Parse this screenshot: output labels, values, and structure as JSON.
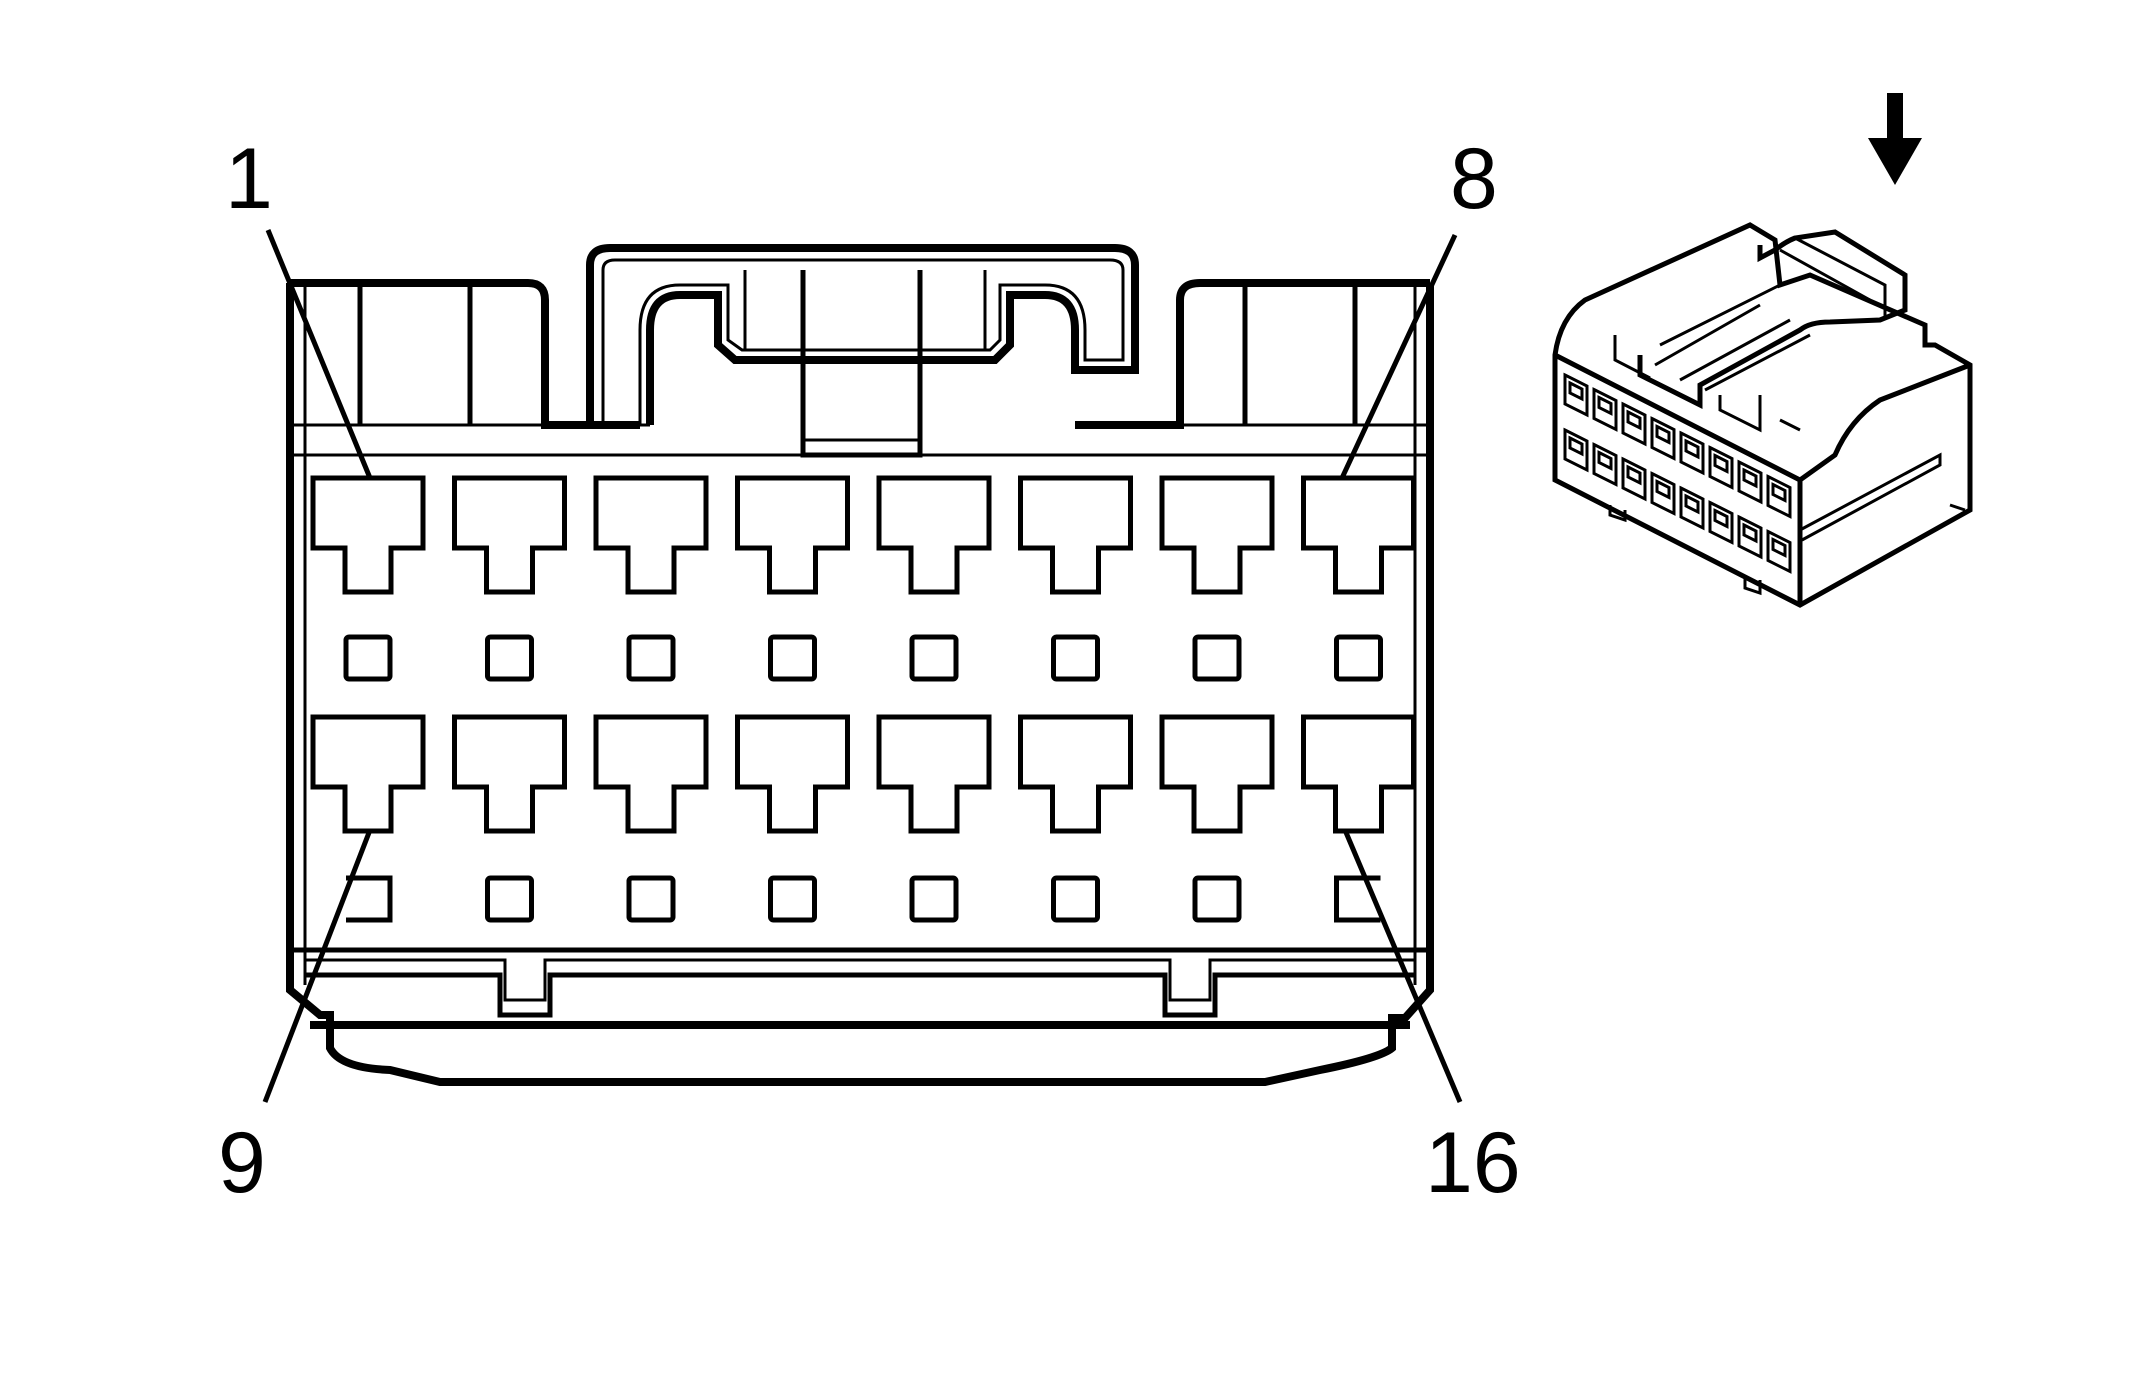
{
  "pin_labels": {
    "first_top": "1",
    "last_top": "8",
    "first_bottom": "9",
    "last_bottom": "16"
  },
  "connector": {
    "rows": 2,
    "pins_per_row": 8,
    "line_color": "#000000",
    "background": "#ffffff"
  },
  "view_indicator": {
    "icon": "down-arrow-icon"
  }
}
